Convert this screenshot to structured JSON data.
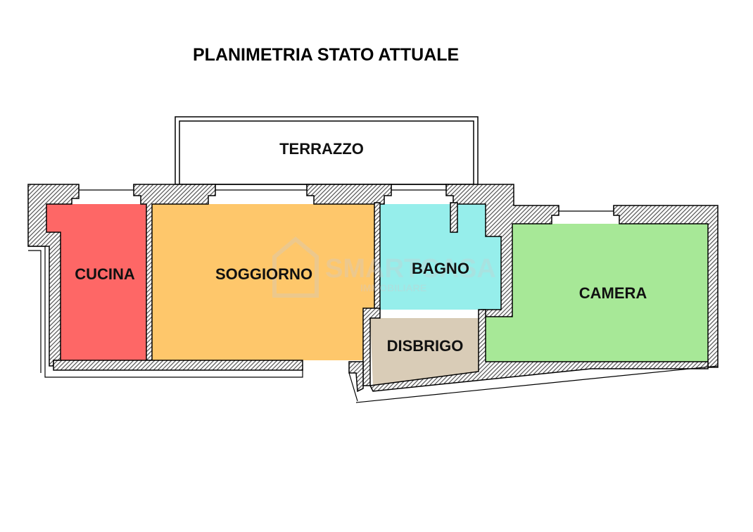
{
  "title": "PLANIMETRIA STATO ATTUALE",
  "rooms": {
    "terrazzo": {
      "label": "TERRAZZO",
      "color": "#ffffff"
    },
    "cucina": {
      "label": "CUCINA",
      "color": "#fe6766"
    },
    "soggiorno": {
      "label": "SOGGIORNO",
      "color": "#fec76b"
    },
    "bagno": {
      "label": "BAGNO",
      "color": "#96eeeb"
    },
    "disbrigo": {
      "label": "DISBRIGO",
      "color": "#d9ccb7"
    },
    "camera": {
      "label": "CAMERA",
      "color": "#a7e897"
    }
  },
  "watermark": {
    "brand": "SMARTCASA",
    "tagline": "IMMOBILIARE"
  },
  "wall_fill": "#e8e8e8",
  "wall_stroke": "#000000"
}
